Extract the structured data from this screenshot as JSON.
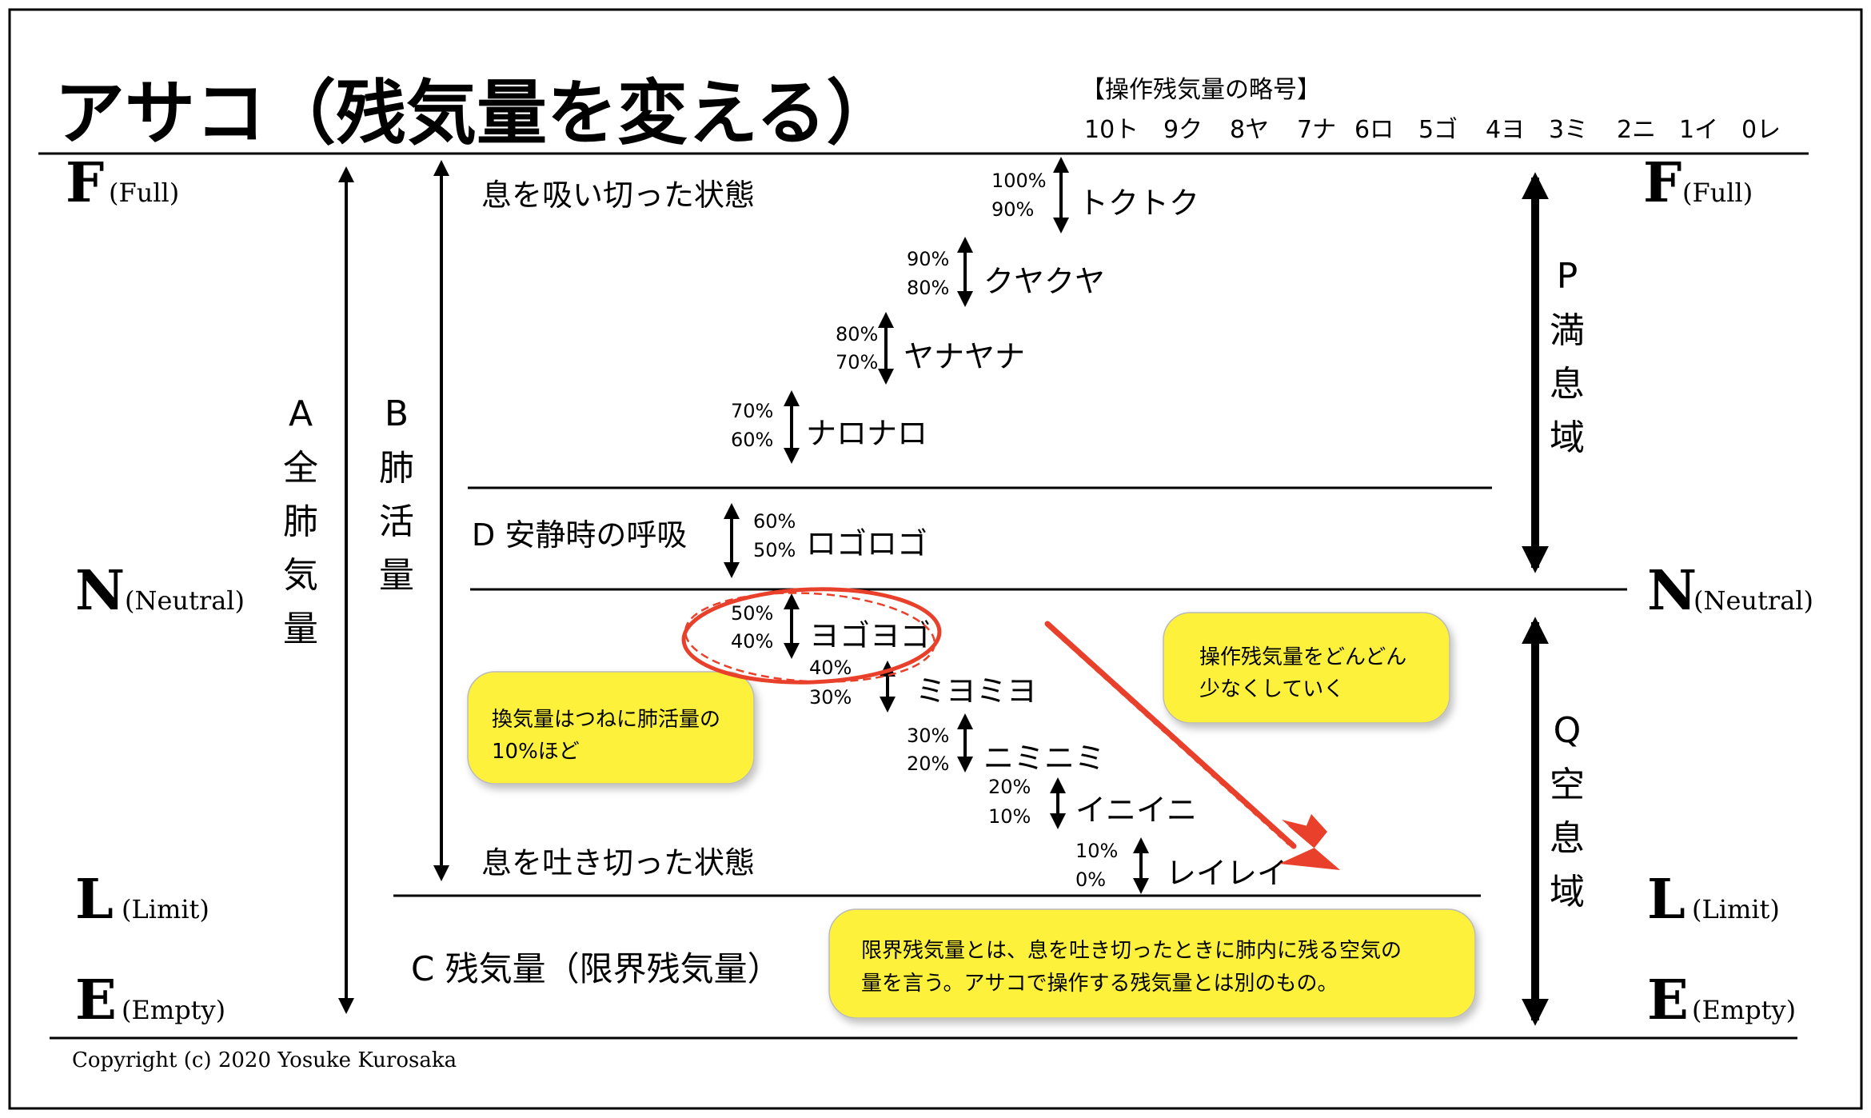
{
  "title": "アサコ（残気量を変える）",
  "abbrev": {
    "heading": "【操作残気量の略号】",
    "items": [
      "10ト",
      "9ク",
      "8ヤ",
      "7ナ",
      "6ロ",
      "5ゴ",
      "4ヨ",
      "3ミ",
      "2ニ",
      "1イ",
      "0レ"
    ]
  },
  "levels": {
    "F": {
      "letter": "F",
      "label": "(Full)"
    },
    "N": {
      "letter": "N",
      "label": "(Neutral)"
    },
    "L": {
      "letter": "L",
      "label": "(Limit)"
    },
    "E": {
      "letter": "E",
      "label": "(Empty)"
    }
  },
  "ranges": {
    "A": {
      "letter": "A",
      "chars": [
        "全",
        "肺",
        "気",
        "量"
      ]
    },
    "B": {
      "letter": "B",
      "chars": [
        "肺",
        "活",
        "量"
      ]
    },
    "P": {
      "letter": "P",
      "chars": [
        "満",
        "息",
        "域"
      ]
    },
    "Q": {
      "letter": "Q",
      "chars": [
        "空",
        "息",
        "域"
      ]
    }
  },
  "states": {
    "full": "息を吸い切った状態",
    "empty": "息を吐き切った状態",
    "resting": "D 安静時の呼吸",
    "residual": "C 残気量（限界残気量）"
  },
  "steps": [
    {
      "top": "100%",
      "bottom": "90%",
      "name": "トクトク"
    },
    {
      "top": "90%",
      "bottom": "80%",
      "name": "クヤクヤ"
    },
    {
      "top": "80%",
      "bottom": "70%",
      "name": "ヤナヤナ"
    },
    {
      "top": "70%",
      "bottom": "60%",
      "name": "ナロナロ"
    },
    {
      "top": "60%",
      "bottom": "50%",
      "name": "ロゴロゴ"
    },
    {
      "top": "50%",
      "bottom": "40%",
      "name": "ヨゴヨゴ"
    },
    {
      "top": "40%",
      "bottom": "30%",
      "name": "ミヨミヨ"
    },
    {
      "top": "30%",
      "bottom": "20%",
      "name": "ニミニミ"
    },
    {
      "top": "20%",
      "bottom": "10%",
      "name": "イニイニ"
    },
    {
      "top": "10%",
      "bottom": "0%",
      "name": "レイレイ"
    }
  ],
  "notes": {
    "ventilation": [
      "換気量はつねに肺活量の",
      "10%ほど"
    ],
    "reduce": [
      "操作残気量をどんどん",
      "少なくしていく"
    ],
    "limit": [
      "限界残気量とは、息を吐き切ったときに肺内に残る空気の",
      "量を言う。アサコで操作する残気量とは別のもの。"
    ]
  },
  "colors": {
    "note_fill": "#fdf13a",
    "highlight": "#e8402a",
    "ink": "#000000"
  },
  "copyright": "Copyright (c) 2020 Yosuke Kurosaka"
}
